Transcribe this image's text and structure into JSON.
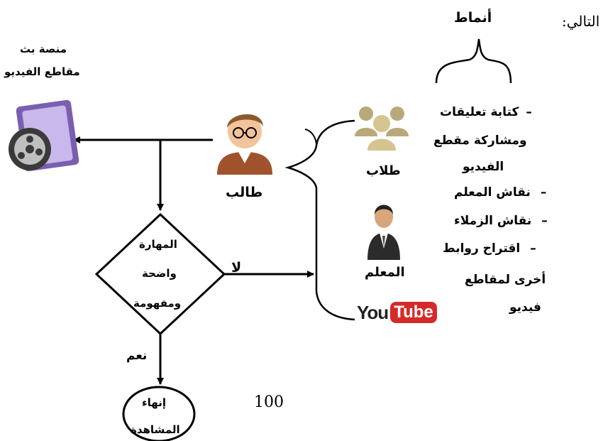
{
  "intro_word": "التالي:",
  "patterns_heading": "أنماط",
  "platform": {
    "line1": "منصة بث",
    "line2": "مقاطع الفيديو"
  },
  "student_label": "طالب",
  "students_label": "طلاب",
  "teacher_label": "المعلم",
  "youtube": {
    "part1": "You",
    "part2": "Tube"
  },
  "decision": {
    "line1": "المهارة",
    "line2": "واضحة",
    "line3": "ومفهومة"
  },
  "no_label": "لا",
  "yes_label": "نعم",
  "end": {
    "line1": "إنهاء",
    "line2": "المشاهدة"
  },
  "bullet_dash": "–",
  "list": {
    "item1_l1": "كتابة تعليقات",
    "item1_l2": "ومشاركة مقطع",
    "item1_l3": "الفيديو",
    "item2": "نقاش المعلم",
    "item3": "نقاش الزملاء",
    "item4_l1": "اقتراح روابط",
    "item4_l2": "أخرى لمقاطع",
    "item4_l3": "فيديو"
  },
  "page_number": "100",
  "colors": {
    "line": "#000000",
    "youtube_red": "#d62a2a",
    "film_purple": "#7a5fb0",
    "person_shirt": "#a0522d"
  }
}
